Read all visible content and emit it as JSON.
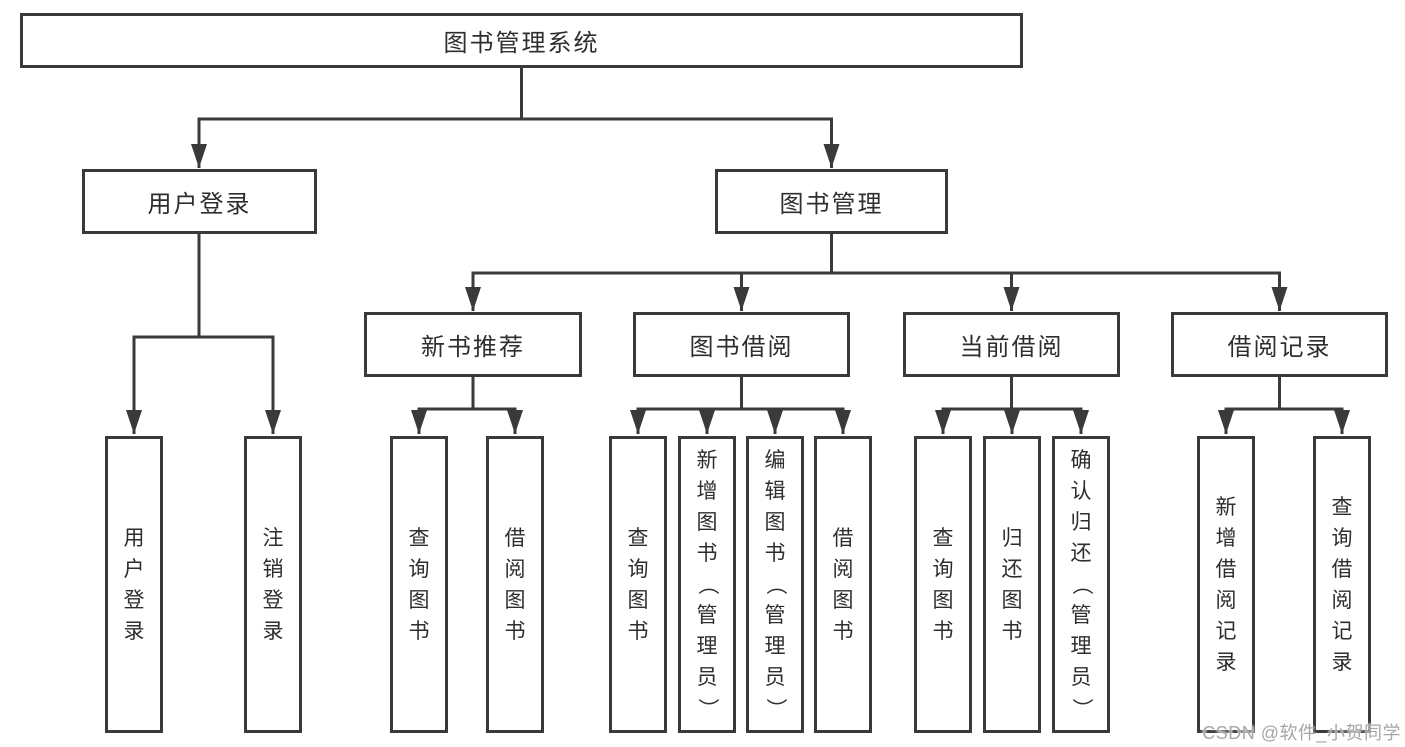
{
  "tree": {
    "root": {
      "label": "图书管理系统"
    },
    "branches": [
      {
        "label": "用户登录",
        "children": [
          {
            "label": "用户登录"
          },
          {
            "label": "注销登录"
          }
        ]
      },
      {
        "label": "图书管理",
        "children": [
          {
            "label": "新书推荐",
            "children": [
              {
                "label": "查询图书"
              },
              {
                "label": "借阅图书"
              }
            ]
          },
          {
            "label": "图书借阅",
            "children": [
              {
                "label": "查询图书"
              },
              {
                "label": "新增图书（管理员）"
              },
              {
                "label": "编辑图书（管理员）"
              },
              {
                "label": "借阅图书"
              }
            ]
          },
          {
            "label": "当前借阅",
            "children": [
              {
                "label": "查询图书"
              },
              {
                "label": "归还图书"
              },
              {
                "label": "确认归还（管理员）"
              }
            ]
          },
          {
            "label": "借阅记录",
            "children": [
              {
                "label": "新增借阅记录"
              },
              {
                "label": "查询借阅记录"
              }
            ]
          }
        ]
      }
    ]
  },
  "watermark": {
    "text": "CSDN @软件_小贺同学"
  },
  "colors": {
    "line": "#3a3a3a",
    "text": "#2e2e2e",
    "box_background": "#ffffff",
    "watermark": "#a6a6a6",
    "background": "#ffffff"
  }
}
